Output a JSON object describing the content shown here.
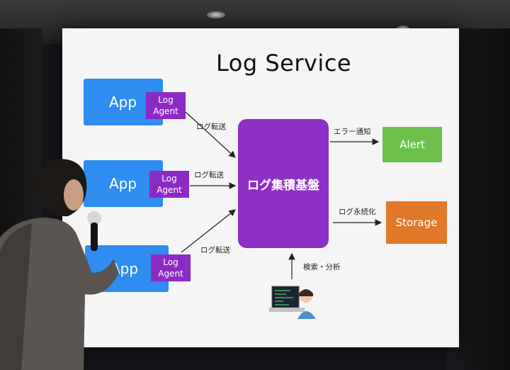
{
  "slide": {
    "title": "Log Service",
    "apps": [
      {
        "label": "App",
        "agent_line1": "Log",
        "agent_line2": "Agent",
        "edge_label": "ログ転送"
      },
      {
        "label": "App",
        "agent_line1": "Log",
        "agent_line2": "Agent",
        "edge_label": "ログ転送"
      },
      {
        "label": "App",
        "agent_line1": "Log",
        "agent_line2": "Agent",
        "edge_label": "ログ転送"
      }
    ],
    "hub_label": "ログ集積基盤",
    "outputs": [
      {
        "label": "Alert",
        "edge_label": "エラー通知"
      },
      {
        "label": "Storage",
        "edge_label": "ログ永続化"
      }
    ],
    "user_edge_label": "検索・分析"
  },
  "colors": {
    "app_blue": "#2f8cf0",
    "agent_purple": "#8b2bc4",
    "hub_purple": "#8f2fc6",
    "alert_green": "#6cc04a",
    "storage_orange": "#e0792a"
  }
}
